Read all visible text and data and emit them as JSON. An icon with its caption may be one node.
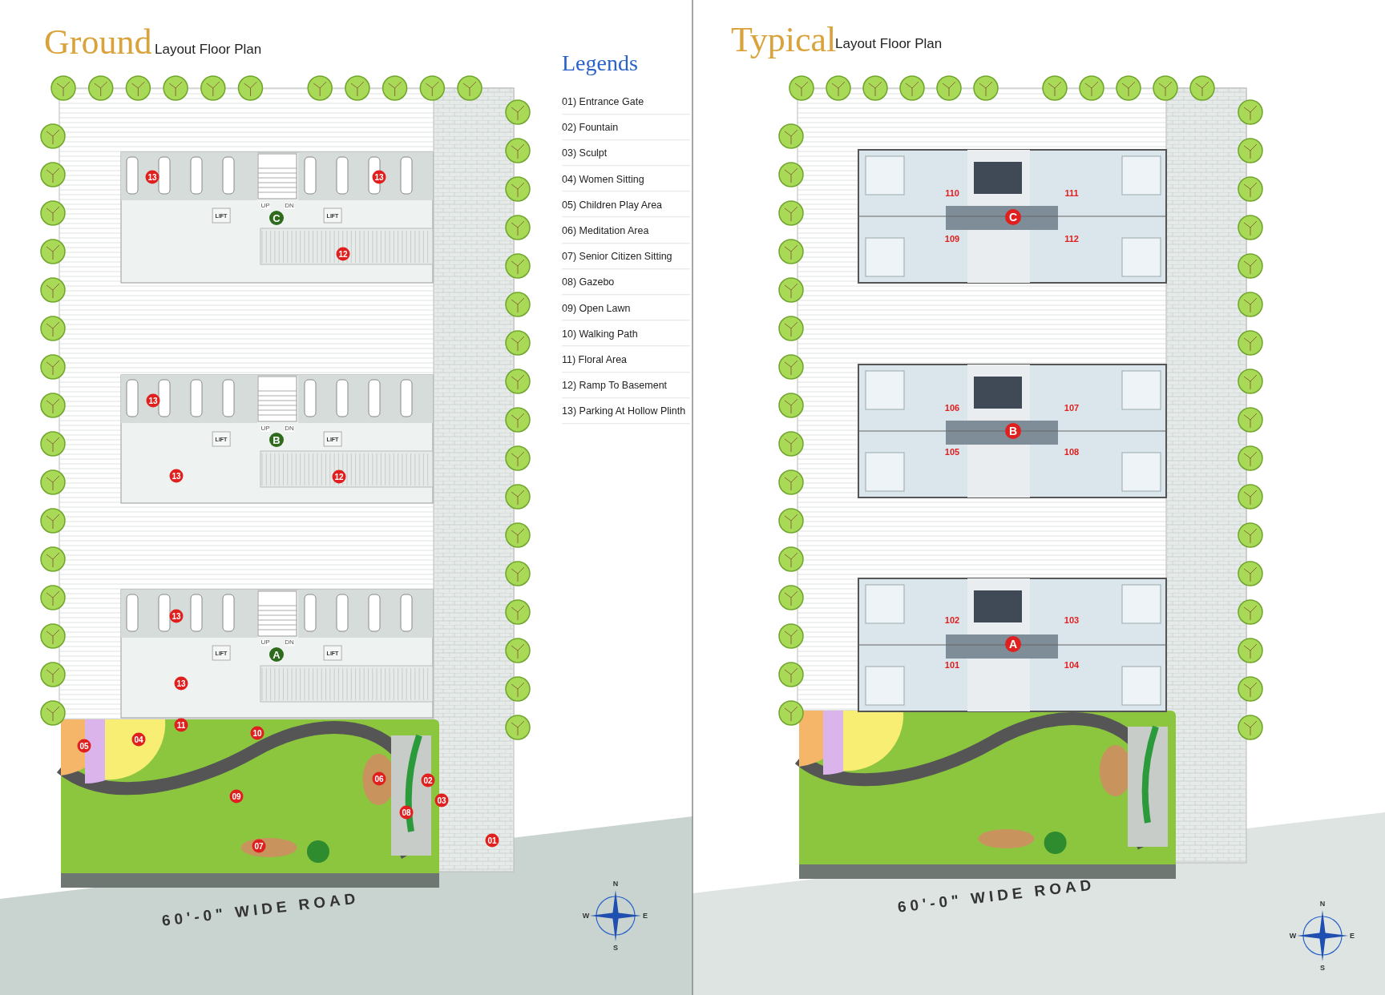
{
  "diagram": {
    "labels": [
      "Ground",
      "Layout Floor Plan",
      "Legends",
      "01) Entrance Gate",
      "02) Fountain",
      "03) Sculpt",
      "04) Women Sitting",
      "05) Children Play Area",
      "06) Meditation Area",
      "07) Senior Citizen Sitting",
      "08) Gazebo",
      "09) Open Lawn",
      "10) Walking Path",
      "11) Floral Area",
      "12) Ramp To Basement",
      "13) Parking At Hollow Plinth",
      "Typical",
      "Layout Floor Plan",
      "13",
      "13",
      "UP",
      "DN",
      "C",
      "LIFT",
      "LIFT",
      "12",
      "13",
      "UP",
      "DN",
      "B",
      "LIFT",
      "LIFT",
      "13",
      "12",
      "13",
      "UP",
      "DN",
      "A",
      "LIFT",
      "LIFT",
      "13",
      "11",
      "10",
      "04",
      "05",
      "06",
      "02",
      "03",
      "09",
      "08",
      "07",
      "01",
      "60'-0\" WIDE ROAD",
      "N",
      "W",
      "E",
      "S",
      "110",
      "111",
      "C",
      "109",
      "112",
      "106",
      "107",
      "B",
      "105",
      "108",
      "102",
      "103",
      "A",
      "101",
      "104",
      "60'-0\" WIDE ROAD",
      "N",
      "W",
      "E",
      "S"
    ]
  }
}
